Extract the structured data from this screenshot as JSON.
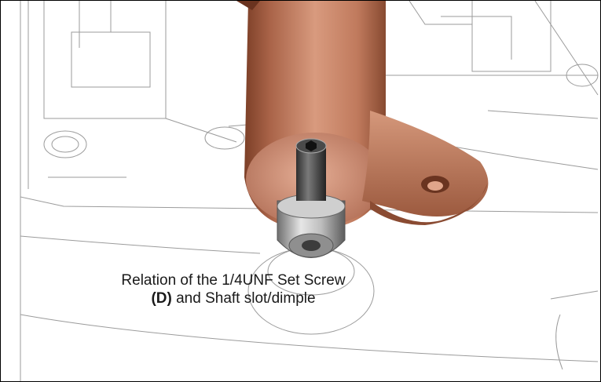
{
  "caption": {
    "line1": "Relation of the 1/4UNF Set Screw",
    "callout": "(D)",
    "line2_rest": " and Shaft slot/dimple"
  },
  "colors": {
    "bronze": "#c98a6e",
    "bronze_dark": "#8e4f35",
    "wire": "#9a9a9a",
    "steel": "#b9b9b9"
  }
}
